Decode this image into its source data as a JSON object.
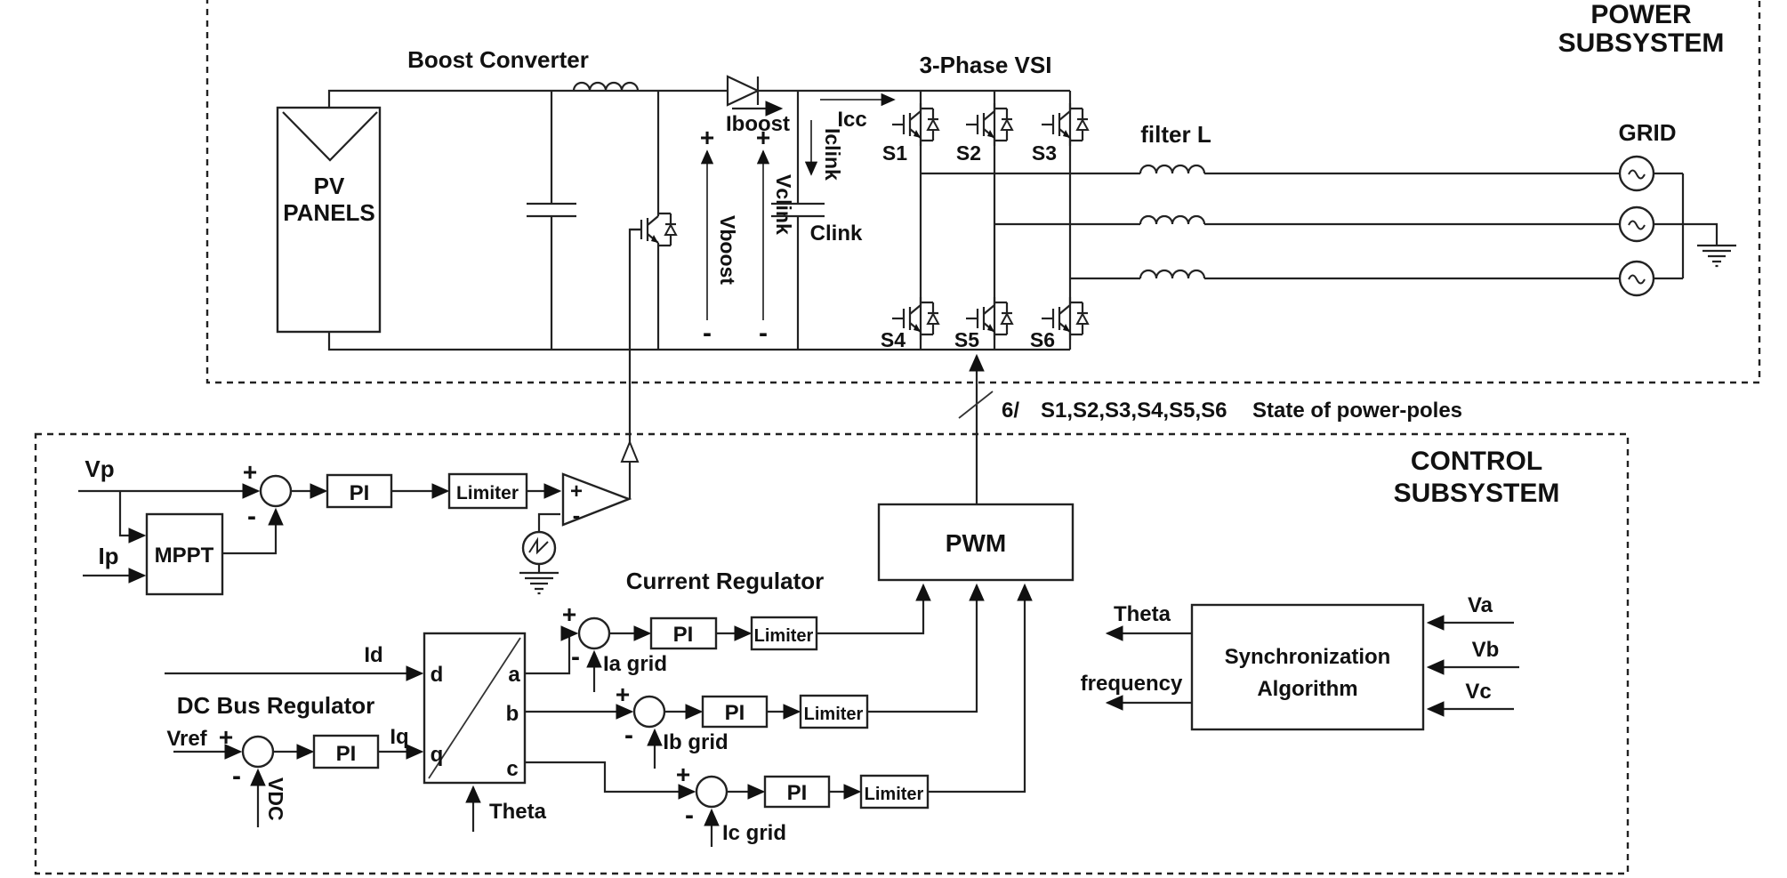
{
  "power_subsystem": {
    "title_line1": "POWER",
    "title_line2": "SUBSYSTEM",
    "boost_converter_label": "Boost Converter",
    "pv_panels_line1": "PV",
    "pv_panels_line2": "PANELS",
    "vsi_label": "3-Phase VSI",
    "filter_label": "filter L",
    "grid_label": "GRID",
    "clink_label": "Clink",
    "currents": {
      "iboost": "Iboost",
      "icc": "Icc",
      "iclink": "Iclink"
    },
    "voltages": {
      "vboost": "Vboost",
      "vclink": "Vclink"
    },
    "switches": [
      "S1",
      "S2",
      "S3",
      "S4",
      "S5",
      "S6"
    ],
    "plus": "+",
    "minus": "-"
  },
  "bus_note": {
    "width": "6/",
    "signals": "S1,S2,S3,S4,S5,S6",
    "caption": "State of power-poles"
  },
  "control_subsystem": {
    "title_line1": "CONTROL",
    "title_line2": "SUBSYSTEM",
    "mppt_label": "MPPT",
    "pi_label": "PI",
    "limiter_label": "Limiter",
    "pwm_label": "PWM",
    "current_regulator_label": "Current Regulator",
    "dc_bus_regulator_label": "DC Bus Regulator",
    "sync_line1": "Synchronization",
    "sync_line2": "Algorithm",
    "inputs": {
      "vp": "Vp",
      "ip": "Ip",
      "vref": "Vref",
      "vdc": "VDC",
      "id": "Id",
      "iq": "Iq",
      "theta": "Theta",
      "ia_grid": "Ia grid",
      "ib_grid": "Ib grid",
      "ic_grid": "Ic grid",
      "frequency": "frequency",
      "va": "Va",
      "vb": "Vb",
      "vc": "Vc"
    },
    "transform": {
      "d": "d",
      "q": "q",
      "a": "a",
      "b": "b",
      "c": "c"
    },
    "plus": "+",
    "minus": "-"
  }
}
